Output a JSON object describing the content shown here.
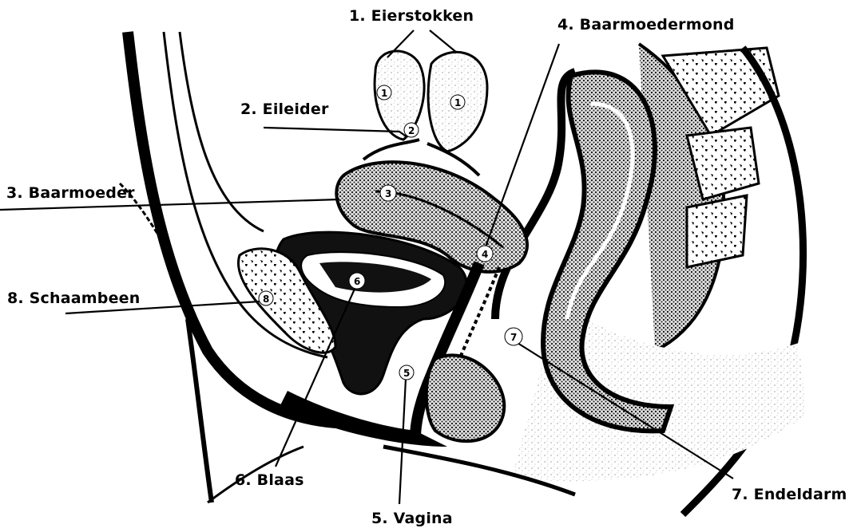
{
  "diagram": {
    "labels": {
      "eierstokken": "1. Eierstokken",
      "eileider": "2. Eileider",
      "baarmoeder": "3. Baarmoeder",
      "baarmoedermond": "4. Baarmoedermond",
      "vagina": "5. Vagina",
      "blaas": "6. Blaas",
      "endeldarm": "7. Endeldarm",
      "schaambeen": "8. Schaambeen"
    },
    "markers": [
      "1",
      "1",
      "2",
      "3",
      "4",
      "5",
      "6",
      "7",
      "8"
    ]
  }
}
